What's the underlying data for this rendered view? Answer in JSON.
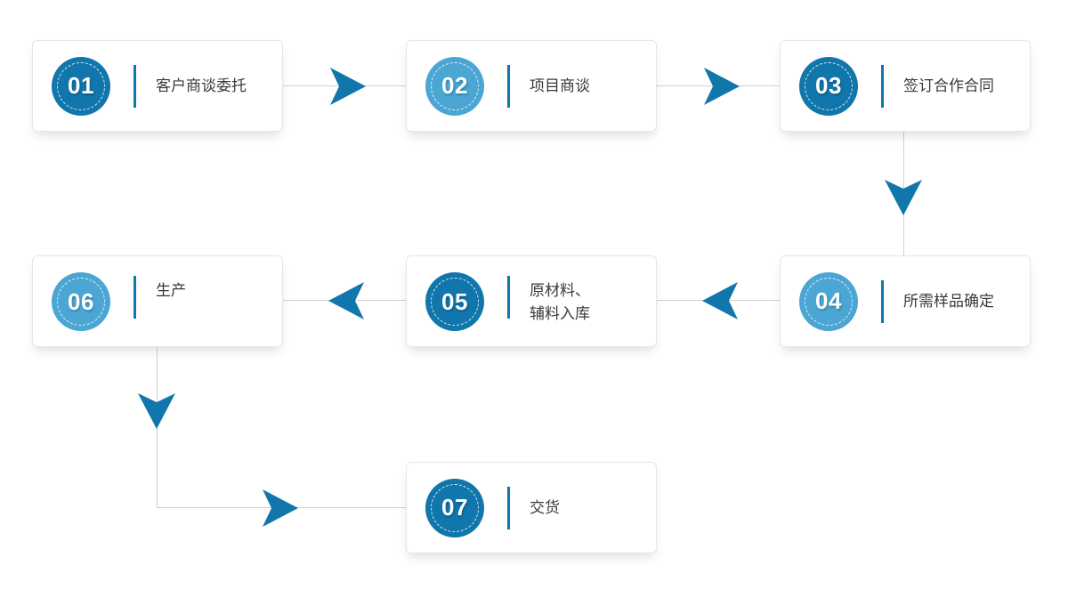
{
  "diagram": {
    "title": "Production workflow flowchart",
    "colors": {
      "badge_dark": "#1076ab",
      "badge_light": "#4ba6d4",
      "arrow": "#1076ab",
      "line": "#cfcfcf",
      "card_background": "#ffffff",
      "card_border": "#e6e6e6",
      "label_text": "#3a3a3a",
      "divider": "#1076ab"
    },
    "steps": [
      {
        "number": "01",
        "label": "客户商谈委托",
        "tone": "dark",
        "lines": 1
      },
      {
        "number": "02",
        "label": "项目商谈",
        "tone": "light",
        "lines": 1
      },
      {
        "number": "03",
        "label": "签订合作合同",
        "tone": "dark",
        "lines": 1
      },
      {
        "number": "04",
        "label": "所需样品确定",
        "tone": "light",
        "lines": 1
      },
      {
        "number": "05",
        "label": "原材料、\n辅料入库",
        "tone": "dark",
        "lines": 2
      },
      {
        "number": "06",
        "label": "生产",
        "tone": "light",
        "lines": 1
      },
      {
        "number": "07",
        "label": "交货",
        "tone": "dark",
        "lines": 1
      }
    ],
    "connectors": [
      {
        "from": "01",
        "to": "02",
        "direction": "right"
      },
      {
        "from": "02",
        "to": "03",
        "direction": "right"
      },
      {
        "from": "03",
        "to": "04",
        "direction": "down"
      },
      {
        "from": "04",
        "to": "05",
        "direction": "left"
      },
      {
        "from": "05",
        "to": "06",
        "direction": "left"
      },
      {
        "from": "06",
        "to": "07",
        "direction": "down-then-right"
      }
    ]
  }
}
